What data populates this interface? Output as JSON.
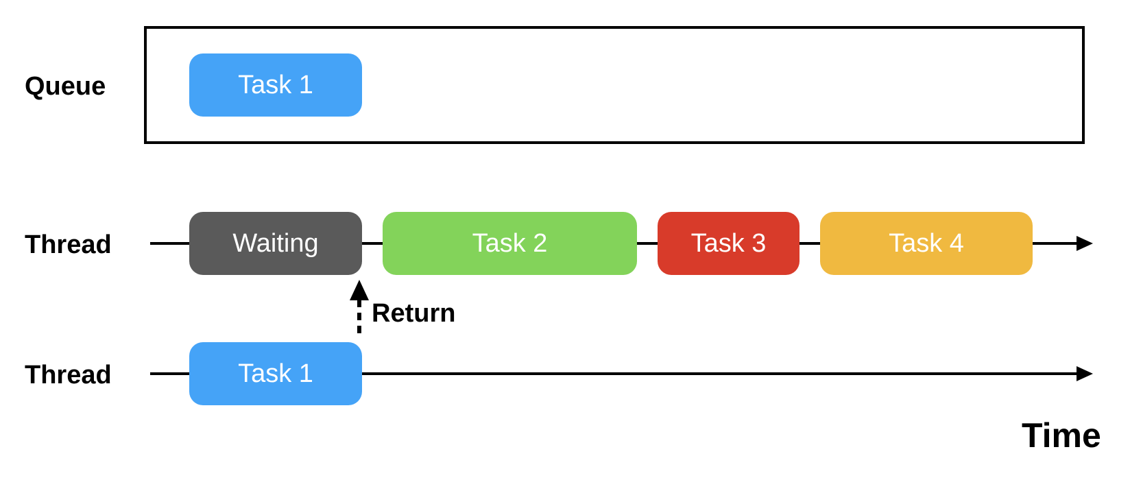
{
  "labels": {
    "queue": "Queue",
    "thread_main": "Thread",
    "thread_worker": "Thread",
    "return": "Return",
    "time": "Time"
  },
  "queue": {
    "task": "Task 1"
  },
  "main_thread": {
    "blocks": [
      {
        "label": "Waiting",
        "color": "#5a5a5a"
      },
      {
        "label": "Task 2",
        "color": "#83d35a"
      },
      {
        "label": "Task 3",
        "color": "#d83b2a"
      },
      {
        "label": "Task 4",
        "color": "#f0b940"
      }
    ]
  },
  "worker_thread": {
    "task": "Task 1"
  },
  "colors": {
    "task1": "#45a3f7",
    "line": "#000000"
  }
}
